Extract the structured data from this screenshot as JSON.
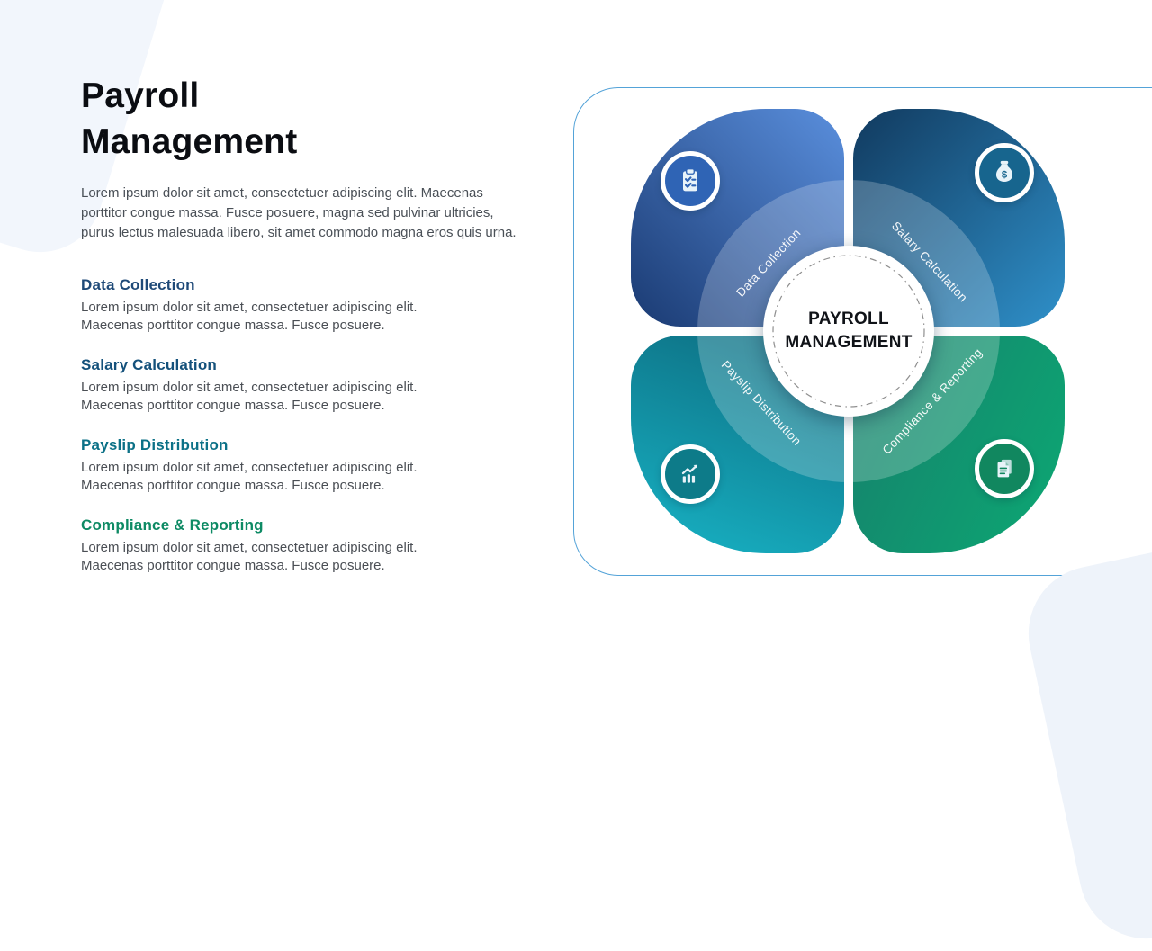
{
  "slide": {
    "title": "Payroll Management",
    "intro": "Lorem ipsum dolor sit amet, consectetuer adipiscing elit. Maecenas porttitor congue massa. Fusce posuere, magna sed pulvinar ultricies, purus lectus malesuada libero, sit amet commodo magna eros quis urna.",
    "card_border_color": "#54A3D8"
  },
  "sections": [
    {
      "title": "Data Collection",
      "color": "#1F4A78",
      "body": "Lorem ipsum dolor sit amet, consectetuer adipiscing elit. Maecenas porttitor congue massa. Fusce posuere."
    },
    {
      "title": "Salary Calculation",
      "color": "#14517B",
      "body": "Lorem ipsum dolor sit amet, consectetuer adipiscing elit. Maecenas porttitor congue massa. Fusce posuere."
    },
    {
      "title": "Payslip Distribution",
      "color": "#0C7187",
      "body": "Lorem ipsum dolor sit amet, consectetuer adipiscing elit. Maecenas porttitor congue massa. Fusce posuere."
    },
    {
      "title": "Compliance & Reporting",
      "color": "#0D8A64",
      "body": "Lorem ipsum dolor sit amet, consectetuer adipiscing elit. Maecenas porttitor congue massa. Fusce posuere."
    }
  ],
  "diagram": {
    "center_label": "PAYROLL MANAGEMENT",
    "petals": [
      {
        "label": "Data Collection",
        "icon": "clipboard-checklist-icon",
        "icon_bg": "#2F64B5",
        "gradient": [
          "#5A8FDD",
          "#1A3A72"
        ]
      },
      {
        "label": "Salary Calculation",
        "icon": "money-bag-icon",
        "icon_bg": "#17658E",
        "gradient": [
          "#113A5F",
          "#2F90C9"
        ]
      },
      {
        "label": "Payslip Distribution",
        "icon": "growth-chart-icon",
        "icon_bg": "#0D7B89",
        "gradient": [
          "#0C6A7E",
          "#18B3C5"
        ]
      },
      {
        "label": "Compliance & Reporting",
        "icon": "report-document-icon",
        "icon_bg": "#11875F",
        "gradient": [
          "#16806C",
          "#0CA873"
        ]
      }
    ]
  }
}
